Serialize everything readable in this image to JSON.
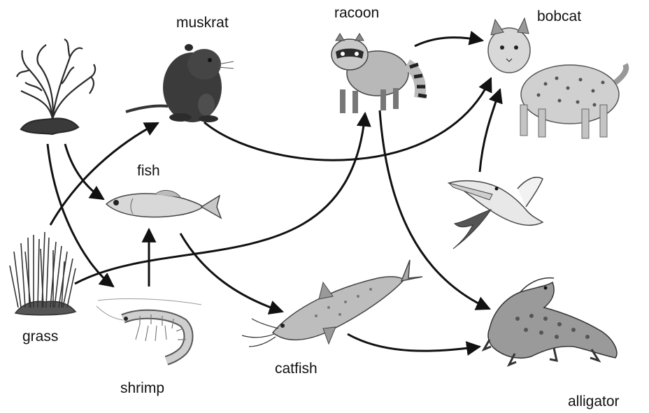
{
  "organisms": {
    "muskrat": "muskrat",
    "racoon": "racoon",
    "bobcat": "bobcat",
    "fish": "fish",
    "grass": "grass",
    "shrimp": "shrimp",
    "catfish": "catfish",
    "alligator": "alligator"
  },
  "colors": {
    "arrow": "#111111",
    "ink": "#1a1a1a",
    "fur_dark": "#3a3a3a",
    "fur_mid": "#8a8a8a",
    "fur_light": "#d8d8d8"
  }
}
